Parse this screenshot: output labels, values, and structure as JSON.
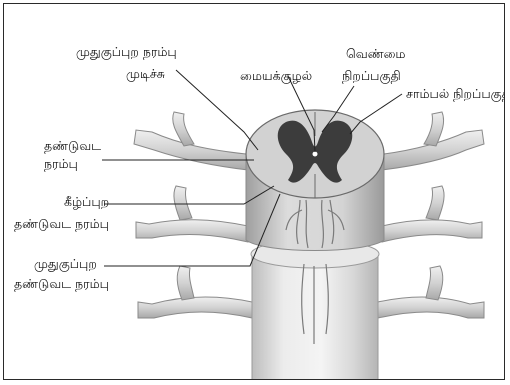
{
  "labels": {
    "dorsal_root_ganglion_l1": "முதுகுப்புற நரம்பு",
    "dorsal_root_ganglion_l2": "முடிச்சு",
    "central_canal": "மையக்குழல்",
    "white_matter_l1": "வெண்மை",
    "white_matter_l2": "நிறப்பகுதி",
    "grey_matter": "சாம்பல் நிறப்பகுதி",
    "spinal_nerve_l1": "தண்டுவட",
    "spinal_nerve_l2": "நரம்பு",
    "ventral_root_l1": "கீழ்ப்புற",
    "ventral_root_l2": "தண்டுவட நரம்பு",
    "dorsal_root_l1": "முதுகுப்புற",
    "dorsal_root_l2": "தண்டுவட நரம்பு"
  },
  "colors": {
    "nerve_fill": "#d6d6d6",
    "nerve_edge": "#8a8a8a",
    "cord_fill": "#e4e4e4",
    "grey_matter": "#3a3a3a",
    "white_matter": "#cfcfcf",
    "leader_line": "#222222"
  }
}
